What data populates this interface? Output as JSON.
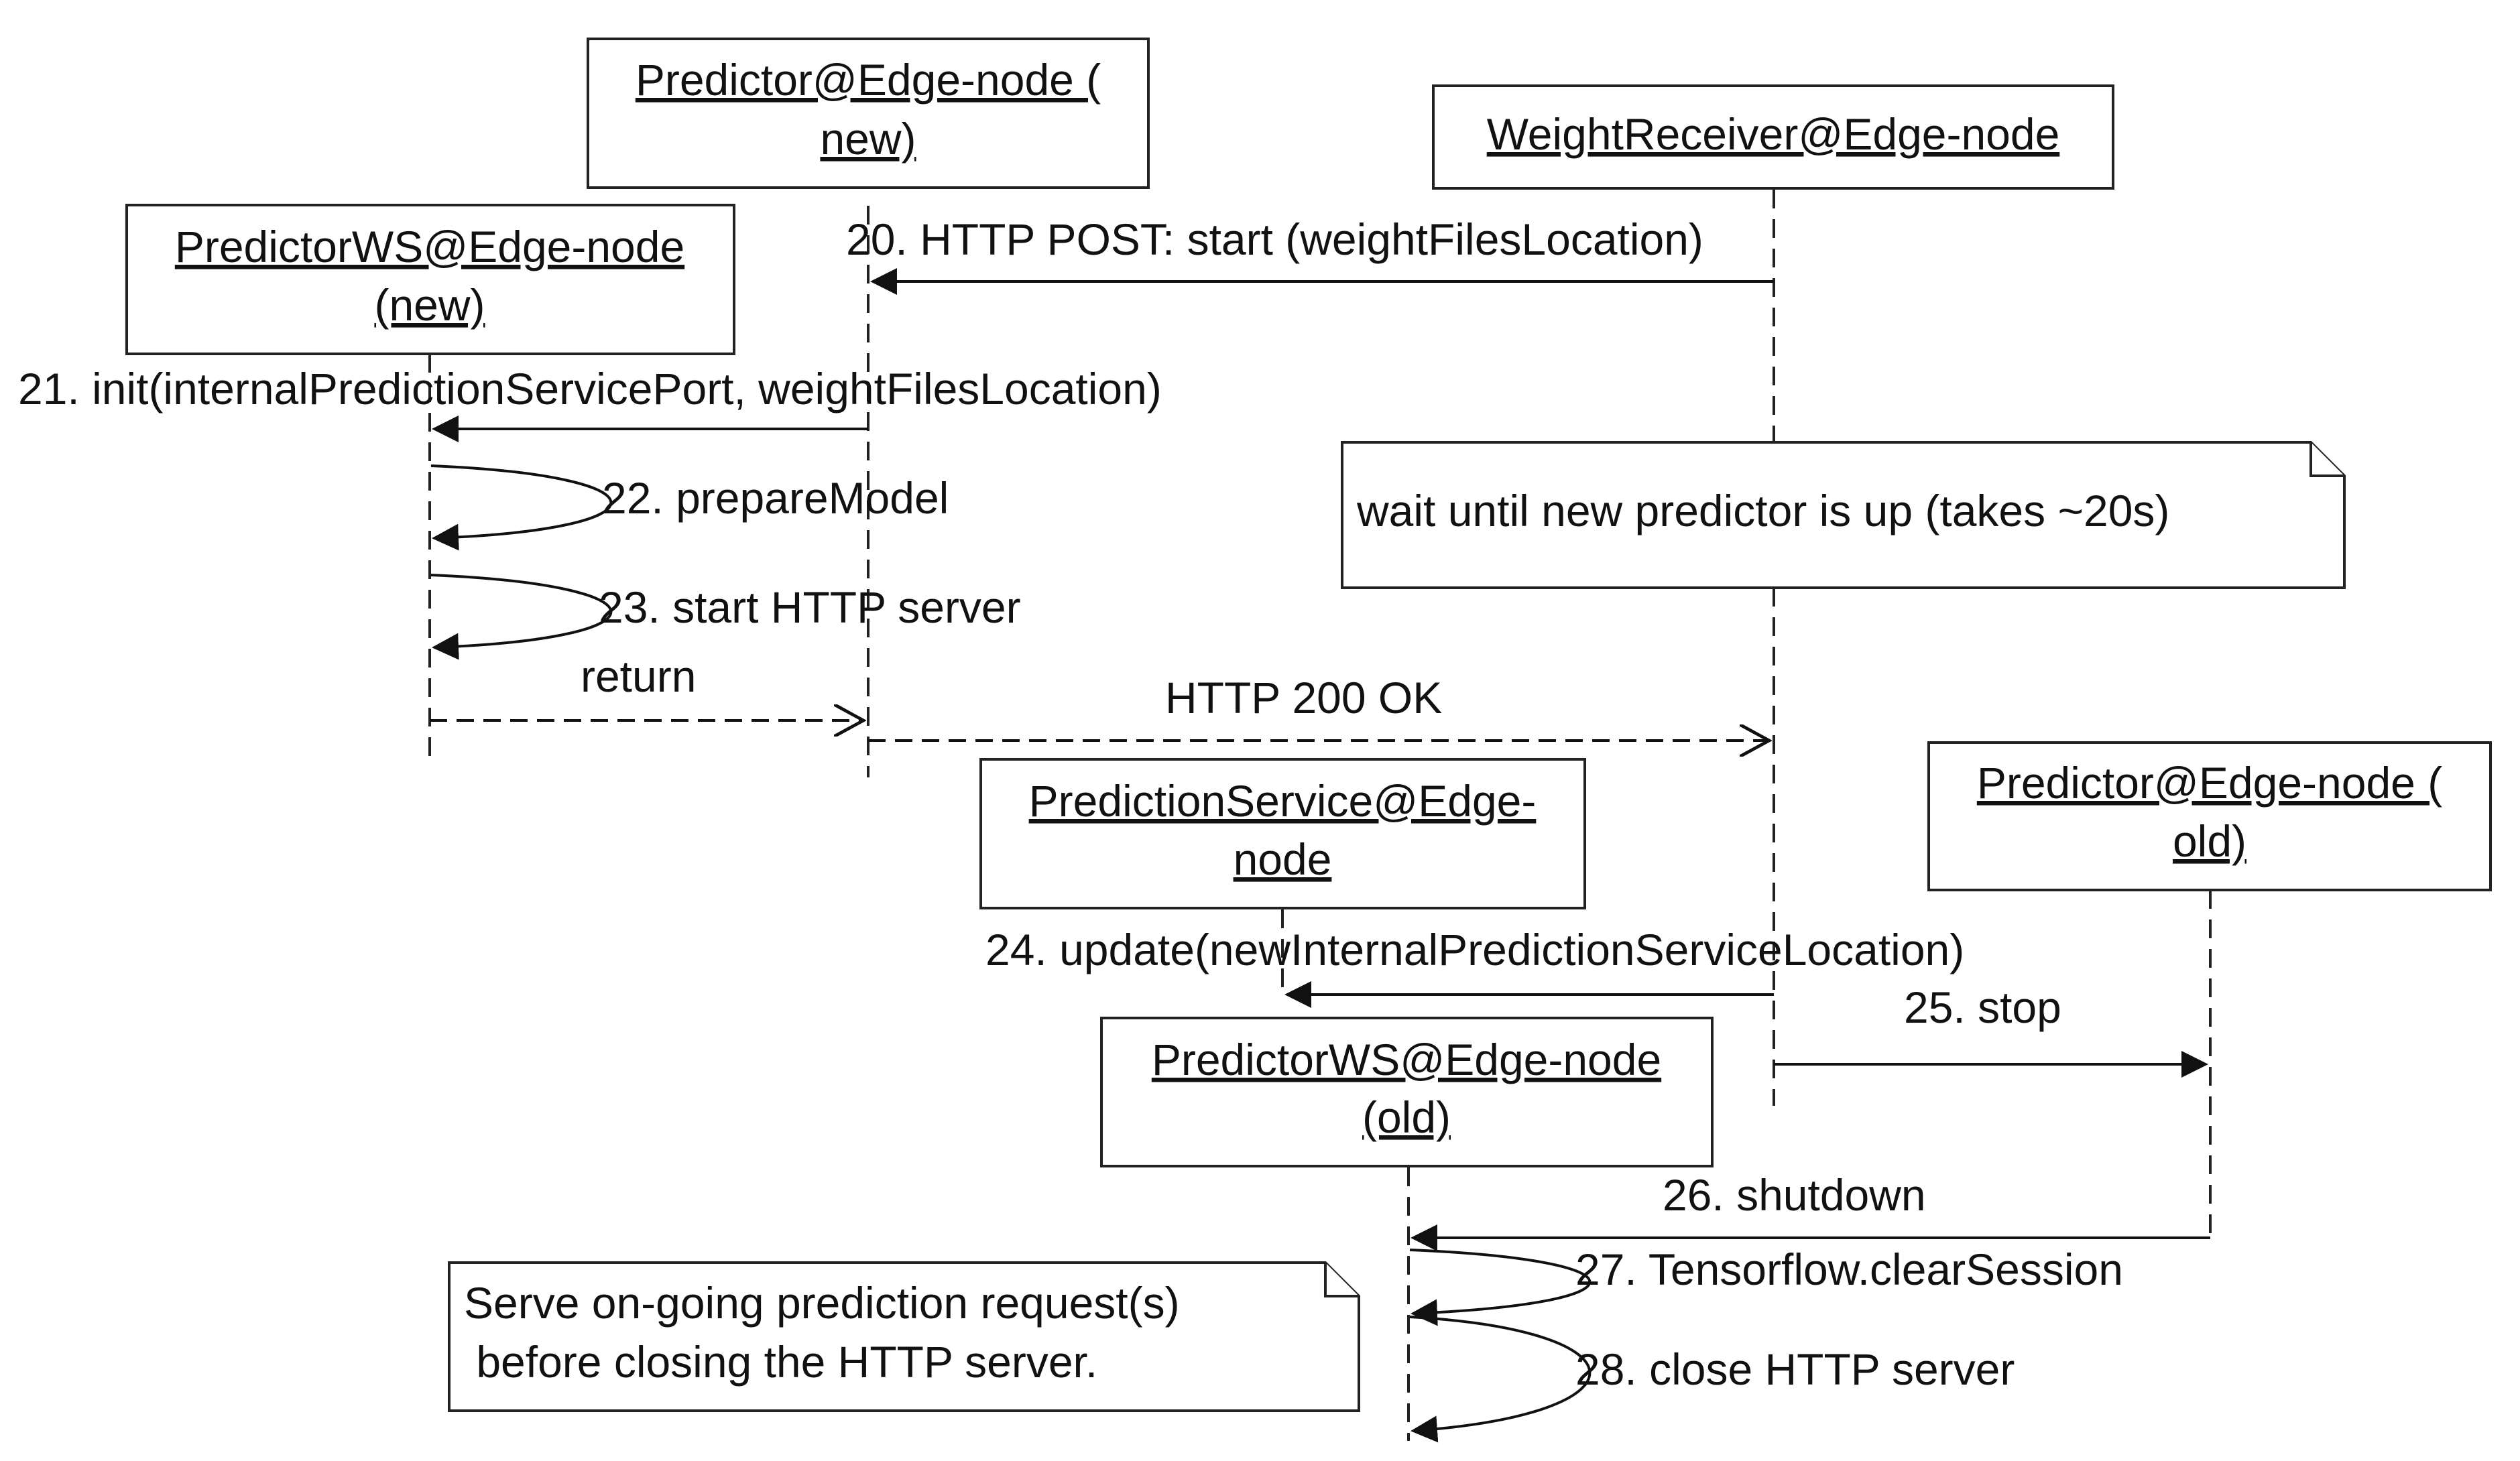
{
  "objects": {
    "predictor_new": [
      "Predictor@Edge-node (",
      "new)"
    ],
    "weight_receiver": [
      "WeightReceiver@Edge-node"
    ],
    "predictorws_new": [
      "PredictorWS@Edge-node",
      "(new)"
    ],
    "prediction_service": [
      "PredictionService@Edge-",
      "node"
    ],
    "predictor_old": [
      "Predictor@Edge-node (",
      "old)"
    ],
    "predictorws_old": [
      "PredictorWS@Edge-node",
      "(old)"
    ]
  },
  "messages": {
    "m20": "20. HTTP POST: start (weightFilesLocation)",
    "m21": "21. init(internalPredictionServicePort, weightFilesLocation)",
    "m22": "22. prepareModel",
    "m23": "23. start HTTP server",
    "m_return": "return",
    "m_ok": "HTTP 200 OK",
    "m24": "24. update(newInternalPredictionServiceLocation)",
    "m25": "25. stop",
    "m26": "26. shutdown",
    "m27": "27. Tensorflow.clearSession",
    "m28": "28. close HTTP server"
  },
  "notes": {
    "wait": [
      "wait until new predictor is up (takes ~20s)"
    ],
    "serve": [
      "Serve on-going prediction request(s)",
      " before closing the HTTP server."
    ]
  }
}
